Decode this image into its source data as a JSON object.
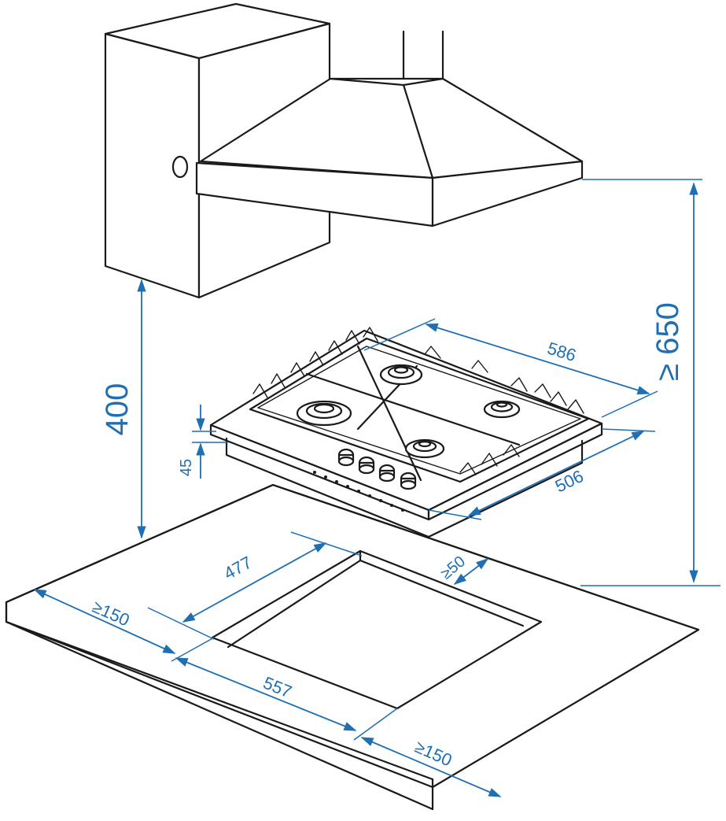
{
  "dimensions": {
    "hood_height": "≥ 650",
    "cabinet_clearance": "400",
    "hob_width": "586",
    "hob_depth": "506",
    "hob_height": "45",
    "cutout_depth": "477",
    "cutout_width": "557",
    "back_clearance": "≥50",
    "left_clearance": "≥150",
    "right_clearance": "≥150"
  },
  "colors": {
    "dimension": "#1f6fb2",
    "outline": "#1a1a1a"
  }
}
